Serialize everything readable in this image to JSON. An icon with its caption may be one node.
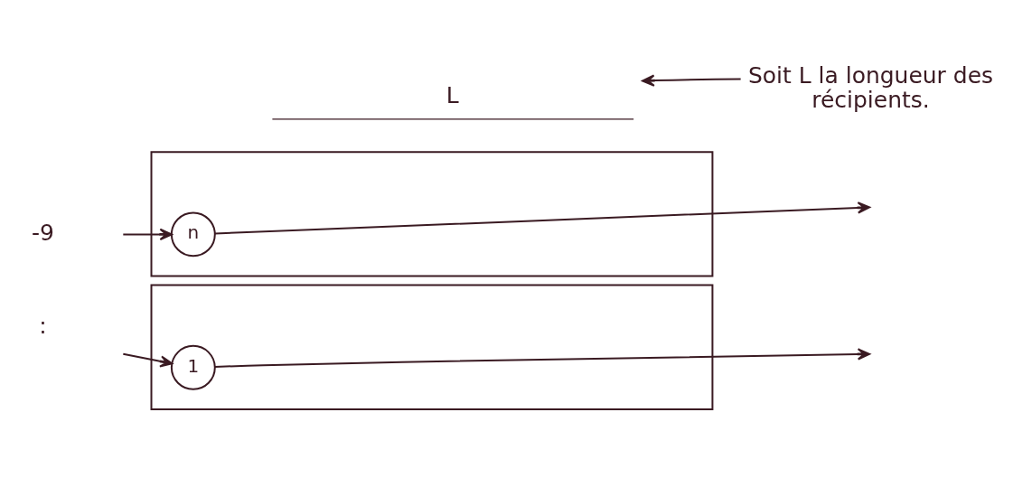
{
  "diagram": {
    "nodes": [
      {
        "text": [
          "Soit L la longueur des récipients."
        ]
      },
      {
        "text": [
          "L"
        ]
      },
      {
        "text": [],
        "shape": "box"
      },
      {
        "text": [
          "n"
        ],
        "in": 2
      },
      {
        "text": [],
        "shape": "box"
      },
      {
        "text": [
          "1"
        ],
        "in": 4
      }
    ],
    "edges": [
      {
        "from": 0,
        "to": 1,
        "arrow": "to"
      },
      {
        "from": 3,
        "to": null,
        "arrow": "to"
      },
      {
        "from": null,
        "to": 3,
        "arrow": "to"
      },
      {
        "from": 5,
        "to": null,
        "arrow": "to"
      },
      {
        "from": null,
        "to": 5,
        "arrow": "to"
      }
    ],
    "labels": [
      "-9",
      ":"
    ]
  }
}
